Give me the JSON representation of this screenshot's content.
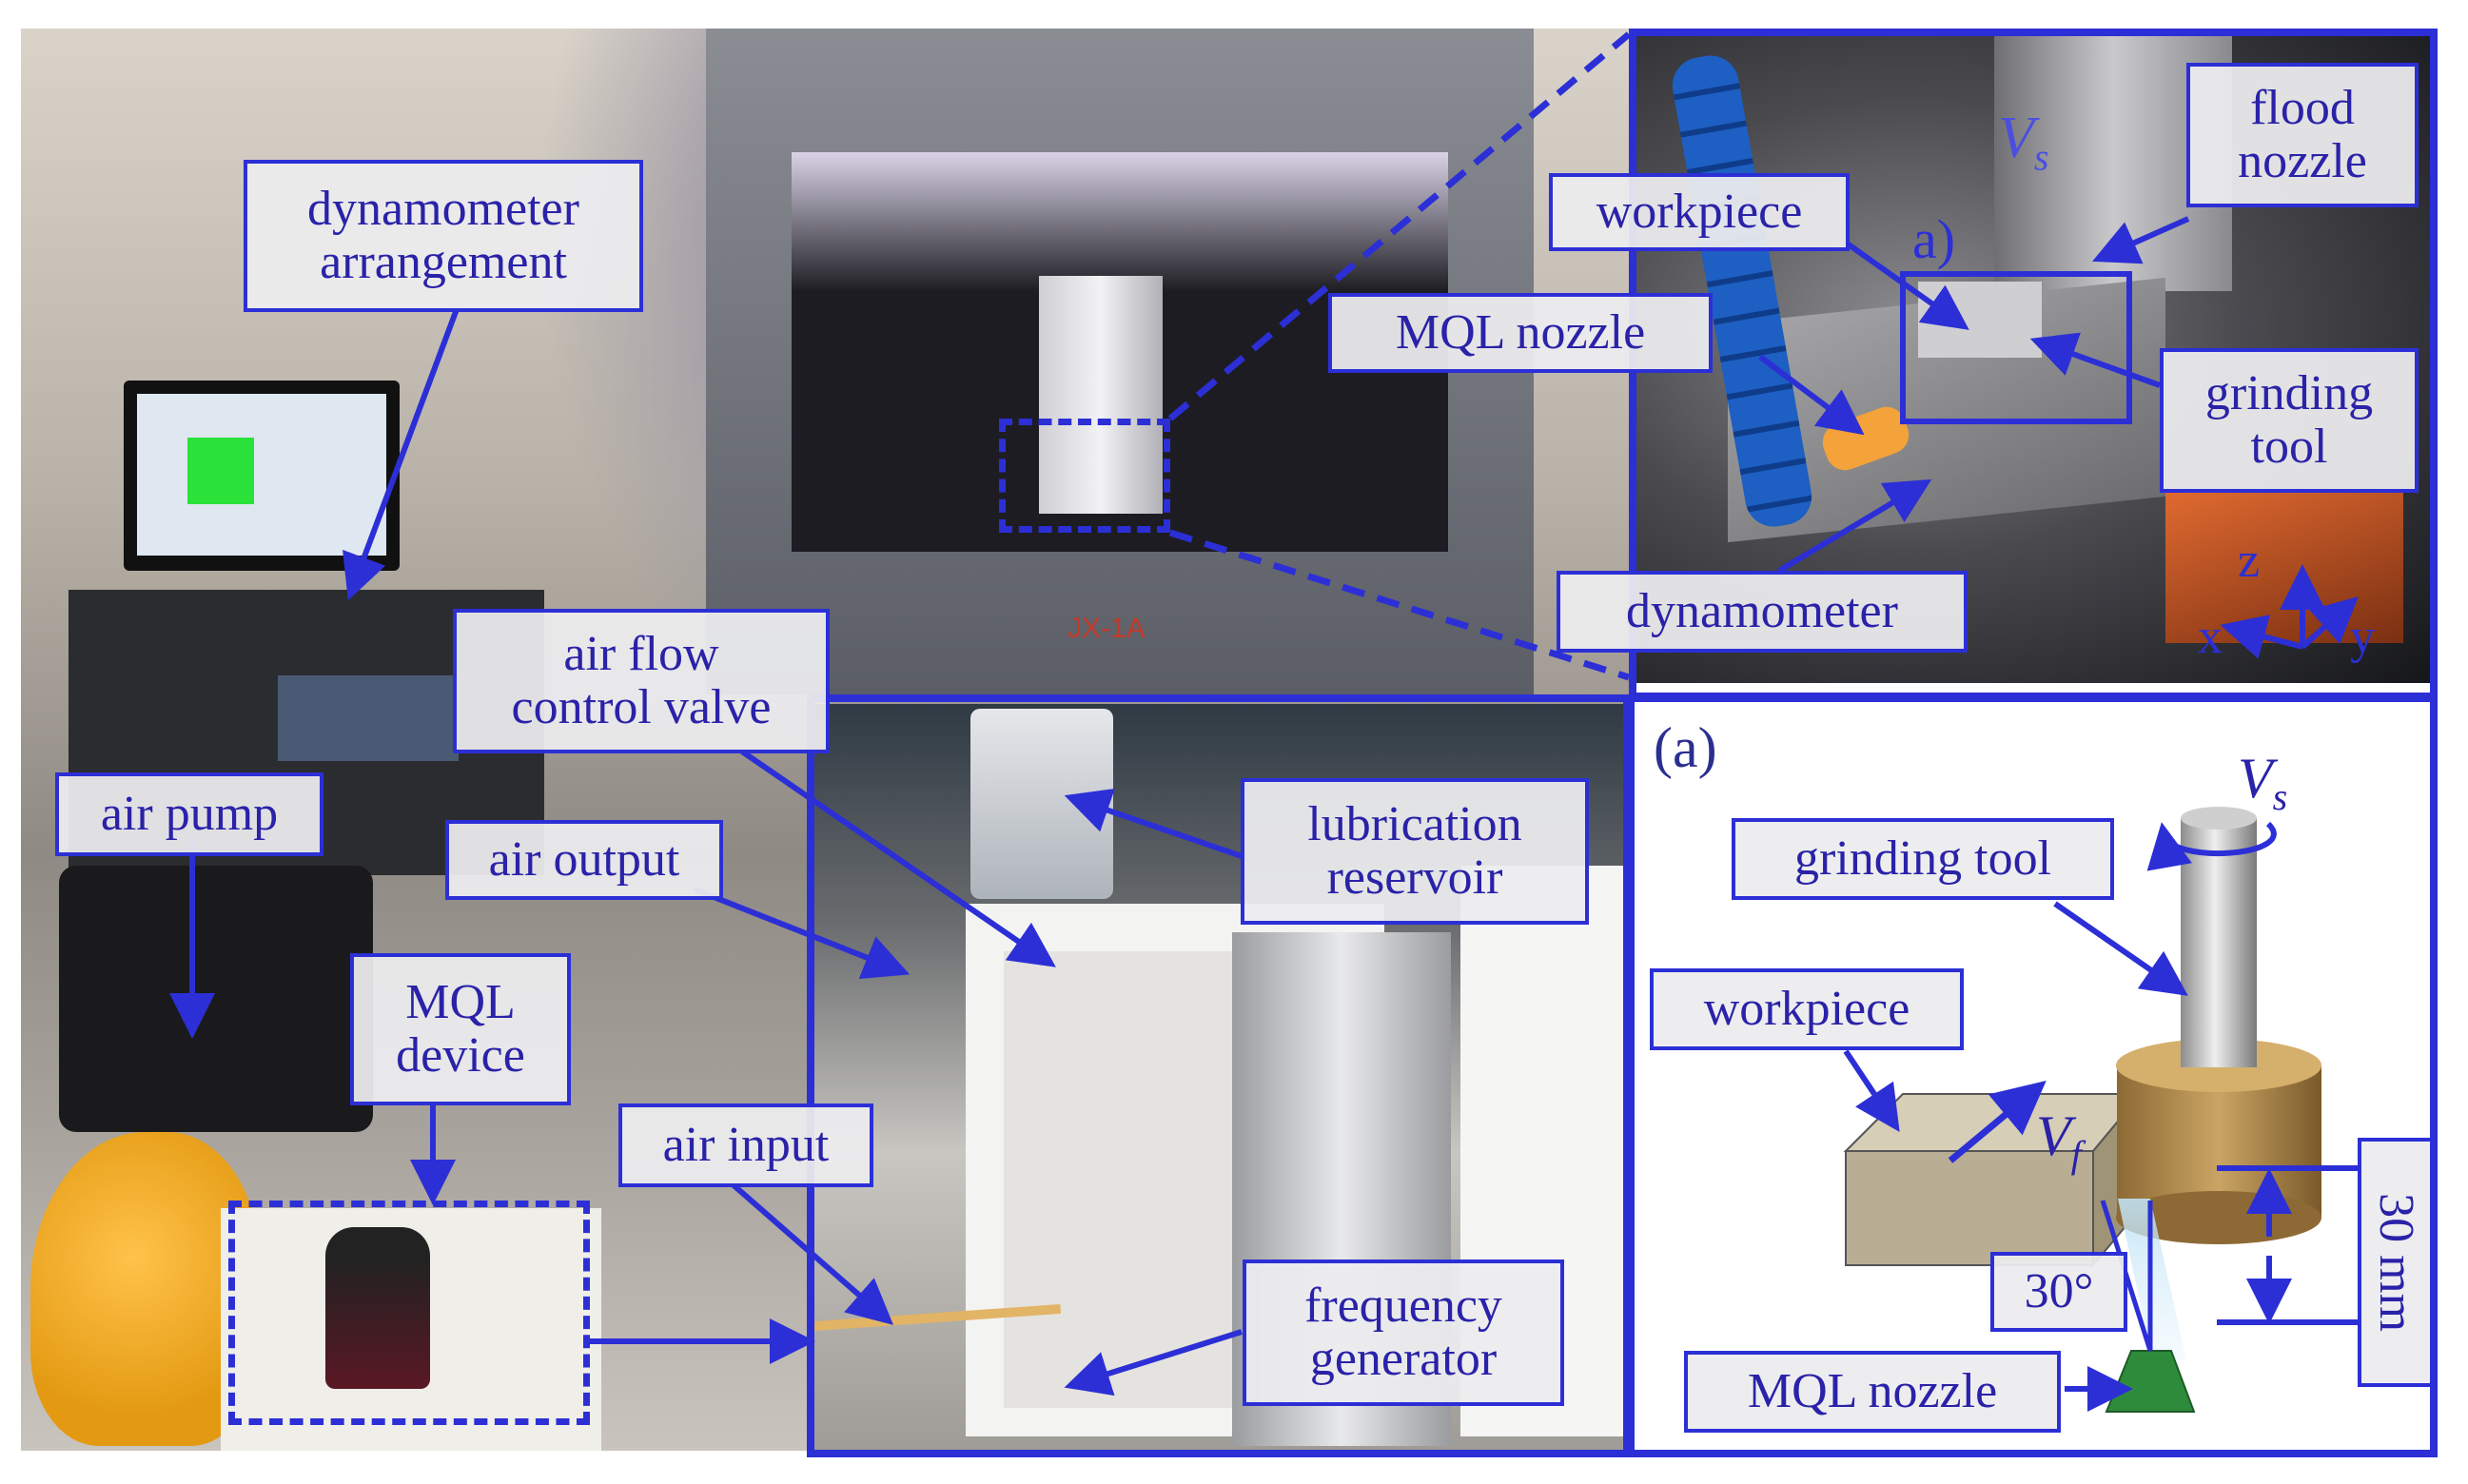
{
  "labels": {
    "dynamometer_arrangement": [
      "dynamometer",
      "arrangement"
    ],
    "air_pump": "air pump",
    "mql_device": [
      "MQL",
      "device"
    ],
    "air_flow_control_valve": [
      "air flow",
      "control valve"
    ],
    "air_output": "air output",
    "air_input": "air input",
    "lubrication_reservoir": [
      "lubrication",
      "reservoir"
    ],
    "frequency_generator": [
      "frequency",
      "generator"
    ],
    "workpiece_top": "workpiece",
    "mql_nozzle_top": "MQL nozzle",
    "flood_nozzle": [
      "flood",
      "nozzle"
    ],
    "grinding_tool_top": [
      "grinding",
      "tool"
    ],
    "dynamometer": "dynamometer",
    "grinding_tool_schematic": "grinding tool",
    "workpiece_schematic": "workpiece",
    "mql_nozzle_schematic": "MQL nozzle",
    "angle": "30°",
    "distance": "30 mm"
  },
  "panel_letters": {
    "closeup": "a)",
    "schematic": "(a)"
  },
  "symbols": {
    "vs": "V",
    "vs_sub": "s",
    "vf": "V",
    "vf_sub": "f"
  },
  "axes": {
    "x": "x",
    "y": "y",
    "z": "z"
  },
  "machine_brand": "JX-1A",
  "colors": {
    "frame_blue": "#2c2fd6",
    "label_text": "#2a22a8",
    "workpiece": "#b9ae93",
    "grinding_wheel": "#a9834a",
    "tool_shank": "#b5b5b5",
    "nozzle_green": "#2e8b3c"
  }
}
